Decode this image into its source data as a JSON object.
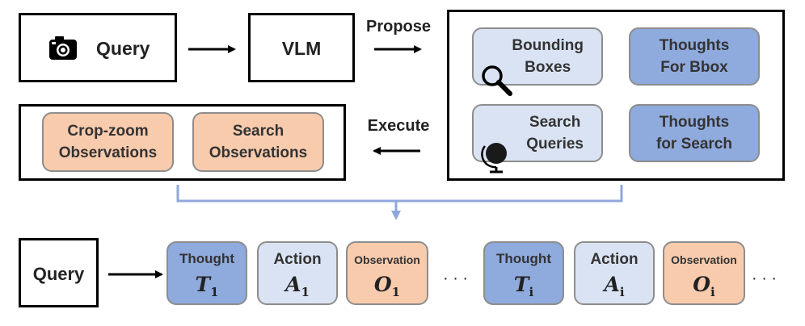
{
  "colors": {
    "light_blue": "#dae3f3",
    "dark_blue": "#8faadc",
    "orange": "#f8cbad",
    "connector": "#8fa8dc"
  },
  "top": {
    "query_label": "Query",
    "query_icon": "camera-icon",
    "vlm_label": "VLM",
    "propose_label": "Propose",
    "execute_label": "Execute",
    "proposals": [
      {
        "text": "Bounding\nBoxes",
        "icon": "magnifier-icon"
      },
      {
        "text": "Thoughts\nFor Bbox"
      },
      {
        "text": "Search\nQueries",
        "icon": "globe-icon"
      },
      {
        "text": "Thoughts\nfor Search"
      }
    ],
    "observations": [
      {
        "text": "Crop-zoom\nObservations"
      },
      {
        "text": "Search\nObservations"
      }
    ]
  },
  "bottom": {
    "query_label": "Query",
    "ellipsis": "· · ·",
    "steps": [
      {
        "label": "Thought",
        "symbol": "T",
        "sub": "1"
      },
      {
        "label": "Action",
        "symbol": "A",
        "sub": "1"
      },
      {
        "label": "Observation",
        "symbol": "O",
        "sub": "1"
      },
      {
        "label": "Thought",
        "symbol": "T",
        "sub": "i"
      },
      {
        "label": "Action",
        "symbol": "A",
        "sub": "i"
      },
      {
        "label": "Observation",
        "symbol": "O",
        "sub": "i"
      }
    ]
  }
}
